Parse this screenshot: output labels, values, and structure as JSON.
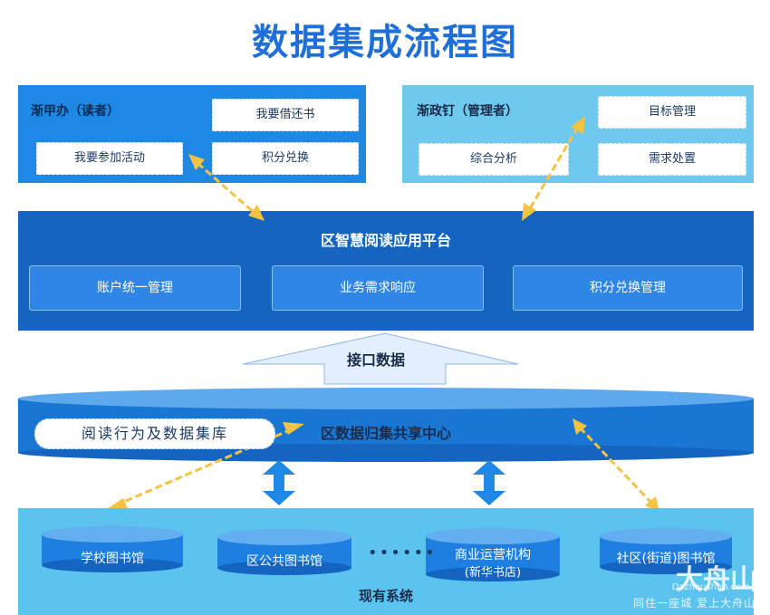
{
  "title": "数据集成流程图",
  "reader_panel": {
    "label": "渐甲办（读者）",
    "boxes": [
      "我要借还书",
      "我要参加活动",
      "积分兑换"
    ]
  },
  "manager_panel": {
    "label": "渐政钉（管理者）",
    "boxes": [
      "目标管理",
      "综合分析",
      "需求处置"
    ]
  },
  "platform": {
    "title": "区智慧阅读应用平台",
    "modules": [
      "账户统一管理",
      "业务需求响应",
      "积分兑换管理"
    ]
  },
  "interface_label": "接口数据",
  "data_hub": {
    "title": "区数据归集共享中心",
    "store_label": "阅读行为及数据集库"
  },
  "existing": {
    "label": "现有系统",
    "libraries": [
      "学校图书馆",
      "区公共图书馆",
      "商业运营机构",
      "社区(街道)图书馆"
    ],
    "library_sub": "(新华书店)",
    "ellipsis": "••••••"
  },
  "watermark": {
    "logo": "大舟山",
    "domain": "Dazhoushan.com",
    "slogan": "同住一座城 爱上大舟山"
  },
  "colors": {
    "title": "#1e6fd9",
    "reader_panel": "#1e88e5",
    "manager_panel": "#6fc9ef",
    "platform": "#1565c0",
    "hub": "#1976d2",
    "existing": "#5bc3ee",
    "dashed_arrow": "#f5c242"
  }
}
